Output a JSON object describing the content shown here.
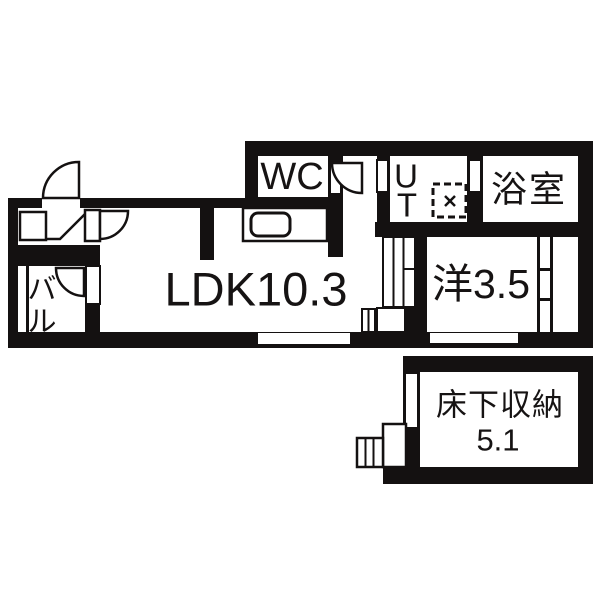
{
  "figure": {
    "type": "floor-plan"
  },
  "colors": {
    "wall": "#141111",
    "background": "#ffffff",
    "text": "#161313"
  },
  "rooms": {
    "ldk": {
      "label": "LDK10.3"
    },
    "western_room": {
      "label": "洋3.5"
    },
    "bath": {
      "label": "浴室"
    },
    "wc": {
      "label": "WC"
    },
    "utility": {
      "label": "UT",
      "lines": [
        "U",
        "T"
      ]
    },
    "balcony": {
      "label": "バル",
      "lines": [
        "バ",
        "ル"
      ]
    },
    "underfloor_storage": {
      "label": "床下収納",
      "area": "5.1"
    }
  },
  "fixtures": {
    "kitchen_sink": "kitchen-sink",
    "washing_machine": "washing-machine-pan",
    "doors": "hinged-door-arc",
    "partition": "three-panel-sliding-door",
    "steps": "exterior-steps",
    "windows": "sash-window"
  }
}
